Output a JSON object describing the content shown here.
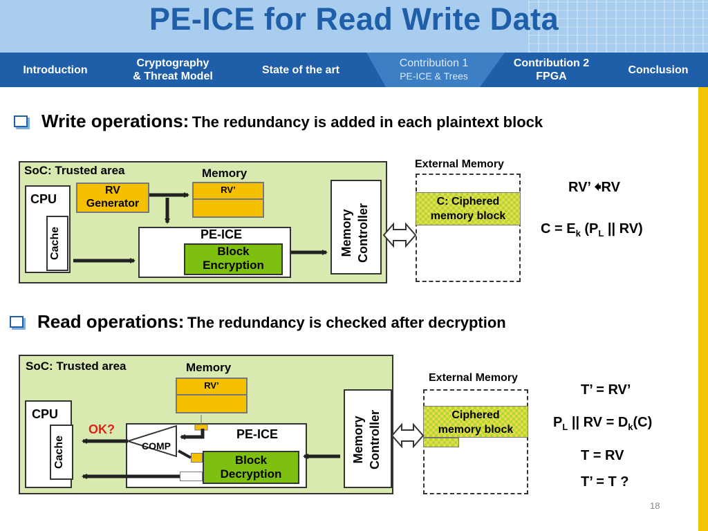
{
  "title": "PE-ICE for Read Write Data",
  "nav": {
    "items": [
      {
        "line1": "Introduction",
        "line2": ""
      },
      {
        "line1": "Cryptography",
        "line2": "& Threat Model"
      },
      {
        "line1": "State of the art",
        "line2": ""
      },
      {
        "line1": "Contribution 1",
        "line2": "PE-ICE & Trees"
      },
      {
        "line1": "Contribution 2",
        "line2": "FPGA"
      },
      {
        "line1": "Conclusion",
        "line2": ""
      }
    ],
    "active_index": 3
  },
  "write": {
    "heading": "Write operations:",
    "sub": "The redundancy is added in each plaintext block",
    "soc_label": "SoC: Trusted area",
    "memory_label": "Memory",
    "rv_prime": "RV’",
    "cpu": "CPU",
    "cache": "Cache",
    "rv_gen_1": "RV",
    "rv_gen_2": "Generator",
    "peice": "PE-ICE",
    "block_1": "Block",
    "block_2": "Encryption",
    "mc_1": "Memory",
    "mc_2": "Controller",
    "ext_mem": "External Memory",
    "cipher_1": "C: Ciphered",
    "cipher_2": "memory block",
    "eq1_left": "RV’ ",
    "eq1_right": "RV",
    "eq2": "C = E",
    "eq2_k": "k",
    "eq2_mid": " (P",
    "eq2_l": "L",
    "eq2_end": " || RV)"
  },
  "read": {
    "heading": "Read operations:",
    "sub": "The redundancy is checked after decryption",
    "soc_label": "SoC: Trusted area",
    "memory_label": "Memory",
    "rv_prime": "RV’",
    "cpu": "CPU",
    "cache": "Cache",
    "ok": "OK?",
    "comp": "COMP",
    "peice": "PE-ICE",
    "block_1": "Block",
    "block_2": "Decryption",
    "mc_1": "Memory",
    "mc_2": "Controller",
    "ext_mem": "External Memory",
    "cipher_1": "Ciphered",
    "cipher_2": "memory block",
    "eq1": "T’ = RV’",
    "eq2_p": "P",
    "eq2_l": "L",
    "eq2_mid": " || RV = D",
    "eq2_k": "k",
    "eq2_end": "(C)",
    "eq3": "T = RV",
    "eq4": "T’ = T ?"
  },
  "page_number": "18",
  "colors": {
    "brand_blue": "#1f5ea8",
    "soc_green": "#d8eab0",
    "block_green": "#7ec010",
    "yellow": "#f5c000",
    "ok_red": "#e0201b"
  }
}
